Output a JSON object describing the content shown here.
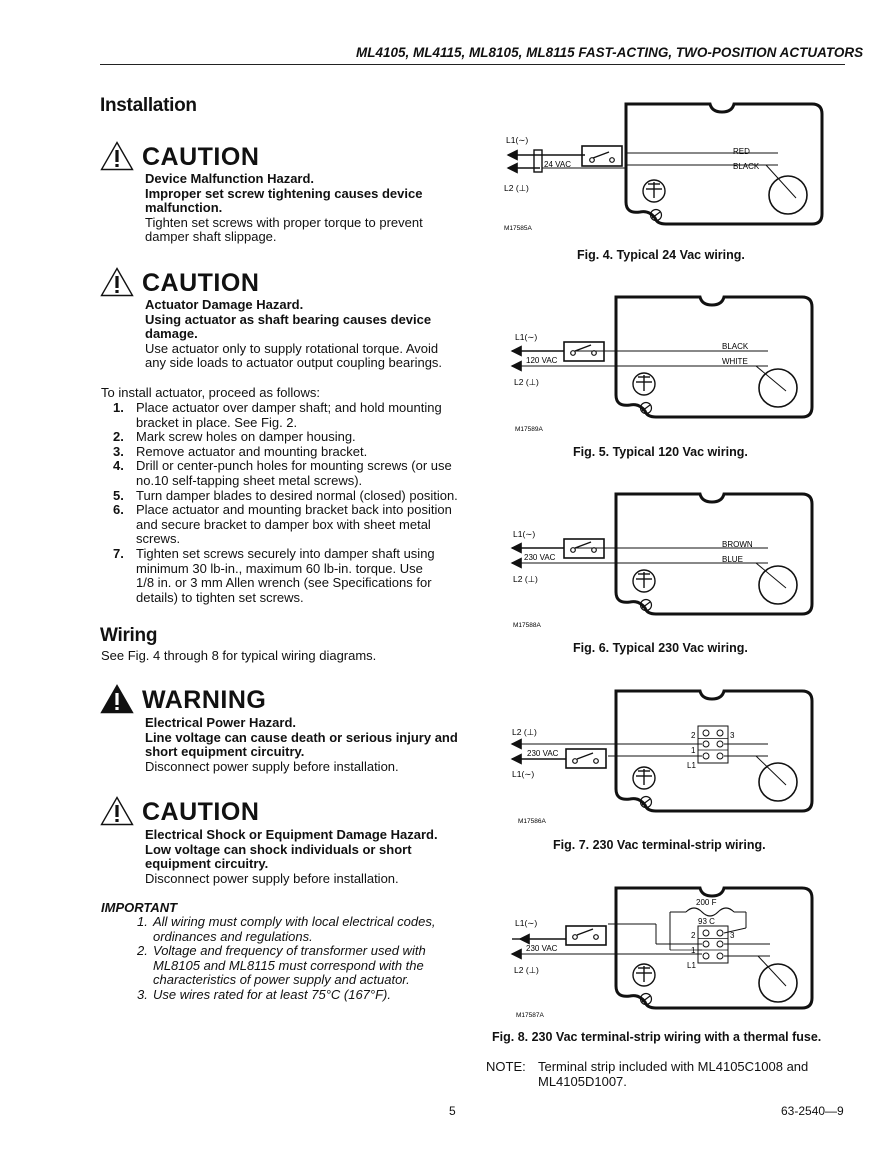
{
  "header": {
    "title": "ML4105, ML4115, ML8105, ML8115 FAST-ACTING, TWO-POSITION ACTUATORS"
  },
  "installation": {
    "heading": "Installation",
    "caution1": {
      "title": "CAUTION",
      "hazard": "Device Malfunction Hazard.",
      "consequence": [
        "Improper set screw tightening causes device",
        "malfunction."
      ],
      "instruction": [
        "Tighten set screws with proper torque to prevent",
        "damper shaft slippage."
      ]
    },
    "caution2": {
      "title": "CAUTION",
      "hazard": "Actuator Damage Hazard.",
      "consequence": [
        "Using actuator as shaft bearing causes device",
        "damage."
      ],
      "instruction": [
        "Use actuator only to supply rotational torque. Avoid",
        "any side loads to actuator output coupling bearings."
      ]
    },
    "intro": "To install actuator, proceed as follows:",
    "steps": [
      {
        "num": "1.",
        "lines": [
          "Place actuator over damper shaft; and hold mounting",
          "bracket in place. See Fig. 2."
        ]
      },
      {
        "num": "2.",
        "lines": [
          "Mark screw holes on damper housing."
        ]
      },
      {
        "num": "3.",
        "lines": [
          "Remove actuator and mounting bracket."
        ]
      },
      {
        "num": "4.",
        "lines": [
          "Drill or center-punch holes for mounting screws (or use",
          "no.10 self-tapping sheet metal screws)."
        ]
      },
      {
        "num": "5.",
        "lines": [
          "Turn damper blades to desired normal (closed) position."
        ]
      },
      {
        "num": "6.",
        "lines": [
          "Place actuator and mounting bracket back into position",
          "and secure bracket to damper box with sheet metal",
          "screws."
        ]
      },
      {
        "num": "7.",
        "lines": [
          "Tighten set screws securely into damper shaft using",
          "minimum 30 lb-in., maximum 60 lb-in. torque. Use",
          "1/8 in. or 3 mm Allen wrench (see Specifications for",
          "details) to tighten set screws."
        ]
      }
    ]
  },
  "wiring": {
    "heading": "Wiring",
    "intro": "See Fig. 4 through 8 for typical wiring diagrams.",
    "warning": {
      "title": "WARNING",
      "hazard": "Electrical Power Hazard.",
      "consequence": [
        "Line voltage can cause death or serious injury and",
        "short equipment circuitry."
      ],
      "instruction": [
        "Disconnect power supply before installation."
      ]
    },
    "caution3": {
      "title": "CAUTION",
      "hazard": "Electrical Shock or Equipment Damage Hazard.",
      "consequence": [
        "Low voltage can shock individuals or short",
        "equipment circuitry."
      ],
      "instruction": [
        "Disconnect power supply before installation."
      ]
    },
    "important": {
      "title": "IMPORTANT",
      "items": [
        {
          "num": "1.",
          "lines": [
            "All wiring must comply with local electrical codes,",
            "ordinances and regulations."
          ]
        },
        {
          "num": "2.",
          "lines": [
            "Voltage and frequency of transformer used with",
            "ML8105 and ML8115 must correspond with the",
            "characteristics of power supply and actuator."
          ]
        },
        {
          "num": "3.",
          "lines": [
            "Use wires rated for at least 75°C (167°F)."
          ]
        }
      ]
    }
  },
  "figures": {
    "fig4": {
      "caption": "Fig. 4. Typical 24 Vac wiring.",
      "l1": "L1(∼)",
      "l2": "L2 (⊥)",
      "voltage": "24 VAC",
      "wire1": "RED",
      "wire2": "BLACK",
      "code": "M17585A"
    },
    "fig5": {
      "caption": "Fig. 5. Typical 120 Vac wiring.",
      "l1": "L1(∼)",
      "l2": "L2 (⊥)",
      "voltage": "120 VAC",
      "wire1": "BLACK",
      "wire2": "WHITE",
      "code": "M17589A"
    },
    "fig6": {
      "caption": "Fig. 6. Typical 230 Vac wiring.",
      "l1": "L1(∼)",
      "l2": "L2 (⊥)",
      "voltage": "230 VAC",
      "wire1": "BROWN",
      "wire2": "BLUE",
      "code": "M17588A"
    },
    "fig7": {
      "caption": "Fig. 7. 230 Vac terminal-strip wiring.",
      "l2": "L2 (⊥)",
      "l1": "L1(∼)",
      "voltage": "230 VAC",
      "t2": "2",
      "t3": "3",
      "t1": "1",
      "tl1": "L1",
      "code": "M17586A"
    },
    "fig8": {
      "caption": "Fig. 8. 230 Vac terminal-strip wiring with a thermal fuse.",
      "l1": "L1(∼)",
      "l2": "L2 (⊥)",
      "voltage": "230 VAC",
      "fuse_f": "200 F",
      "fuse_c": "93 C",
      "t2": "2",
      "t3": "3",
      "t1": "1",
      "tl1": "L1",
      "code": "M17587A"
    }
  },
  "note": {
    "label": "NOTE:",
    "lines": [
      "Terminal strip included with ML4105C1008 and",
      "ML4105D1007."
    ]
  },
  "footer": {
    "page": "5",
    "doc": "63-2540—9"
  }
}
